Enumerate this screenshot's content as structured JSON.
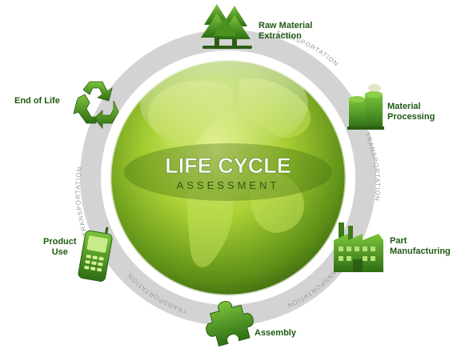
{
  "center": {
    "title": "LIFE CYCLE",
    "subtitle": "ASSESSMENT"
  },
  "stages": [
    {
      "id": "raw-material-extraction",
      "line1": "Raw Material",
      "line2": "Extraction",
      "icon": "pine-trees-icon"
    },
    {
      "id": "material-processing",
      "line1": "Material",
      "line2": "Processing",
      "icon": "factory-silo-icon"
    },
    {
      "id": "part-manufacturing",
      "line1": "Part",
      "line2": "Manufacturing",
      "icon": "factory-building-icon"
    },
    {
      "id": "assembly",
      "line1": "Assembly",
      "line2": "",
      "icon": "puzzle-piece-icon"
    },
    {
      "id": "product-use",
      "line1": "Product",
      "line2": "Use",
      "icon": "mobile-phone-icon"
    },
    {
      "id": "end-of-life",
      "line1": "End of Life",
      "line2": "",
      "icon": "recycle-icon"
    }
  ],
  "transport_label": "TRANSPORTATION",
  "colors": {
    "ring": "#d3d3d3",
    "ring_text": "#9a9a9a",
    "label": "#1e5a12",
    "globe_light": "#d9ec7a",
    "globe_mid": "#9cc62c",
    "globe_dark": "#4f7f14",
    "icon_green": "#3f8a1e"
  }
}
